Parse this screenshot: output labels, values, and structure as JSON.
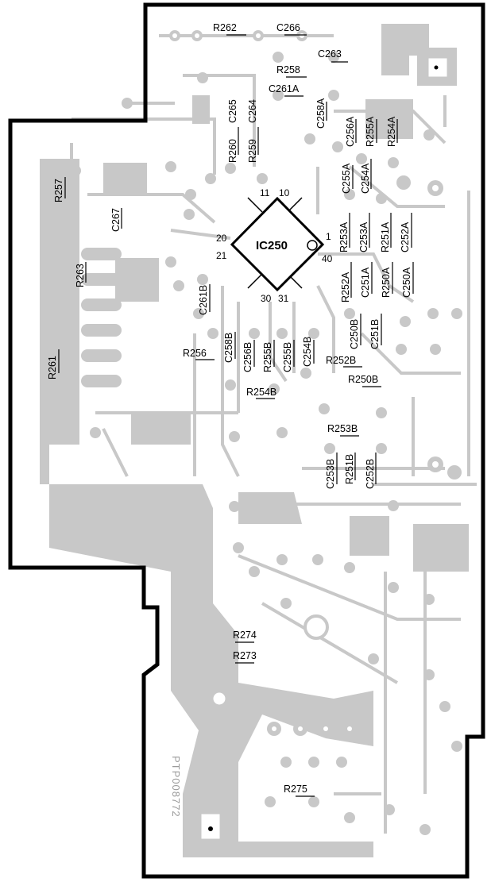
{
  "ic": {
    "name": "IC250",
    "pins": [
      "1",
      "10",
      "11",
      "20",
      "21",
      "30",
      "31",
      "40"
    ]
  },
  "components": {
    "resistors": [
      "R262",
      "R258",
      "R260",
      "R259",
      "R257",
      "R263",
      "R261",
      "R256",
      "R254B",
      "R255B",
      "R252B",
      "R250B",
      "R253B",
      "R251B",
      "R255A",
      "R254A",
      "R253A",
      "R251A",
      "R252A",
      "R250A",
      "R274",
      "R273",
      "R275"
    ],
    "capacitors": [
      "C266",
      "C263",
      "C261A",
      "C265",
      "C264",
      "C258A",
      "C256A",
      "C255A",
      "C254A",
      "C267",
      "C261B",
      "C258B",
      "C256B",
      "C253A",
      "C252A",
      "C251A",
      "C250A",
      "C250B",
      "C251B",
      "C255B",
      "C254B",
      "C253B",
      "C252B"
    ]
  },
  "board_code": "PTP008772"
}
